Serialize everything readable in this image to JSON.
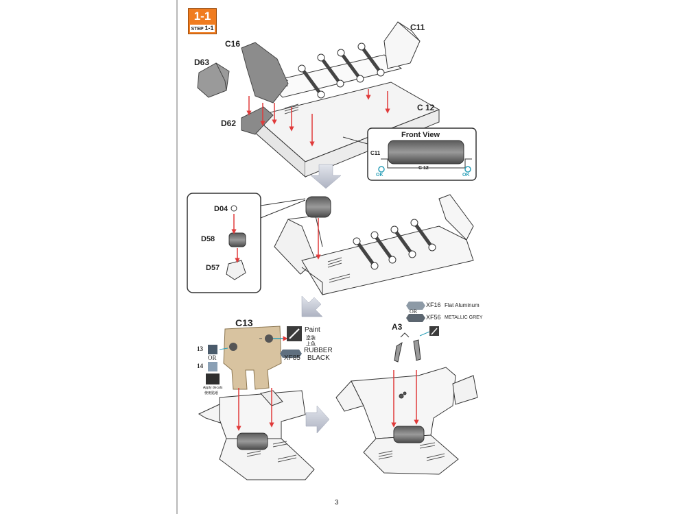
{
  "header": {
    "step_badge": "1-1",
    "step_word": "STEP",
    "step_num": "1-1"
  },
  "panel1": {
    "labels": {
      "c11": "C11",
      "c16": "C16",
      "d63": "D63",
      "d62": "D62",
      "c12": "C 12"
    },
    "front_view": {
      "title": "Front View",
      "c11": "C11",
      "c12": "C 12",
      "ok_left": "OK",
      "ok_right": "OK"
    }
  },
  "panel2": {
    "labels": {
      "d04": "D04",
      "d58": "D58",
      "d57": "D57"
    }
  },
  "panel3": {
    "c13": "C13",
    "paint_label": "Paint",
    "paint_cn1": "塗装",
    "paint_cn2": "上色",
    "rubber": "RUBBER",
    "xf85": "XF85",
    "black": "BLACK",
    "num13": "13",
    "or": "OR",
    "num14": "14",
    "apply_decals": "Apply decals",
    "apply_cn": "使用贴纸"
  },
  "panel4": {
    "xf16": "XF16",
    "flat_aluminum": "Flat Aluminum",
    "or": "OR",
    "xf56": "XF56",
    "metallic_grey": "METALLIC GREY",
    "a3": "A3"
  },
  "footer": {
    "page_number": "3"
  },
  "colors": {
    "badge_orange": "#f07c1f",
    "arrow_red": "#e03a3a",
    "highlight_part": "#8c8c8c",
    "ok_teal": "#2a9fb8",
    "decal_tan": "#d8c3a0",
    "flow_arrow": "#c9cdd8"
  }
}
